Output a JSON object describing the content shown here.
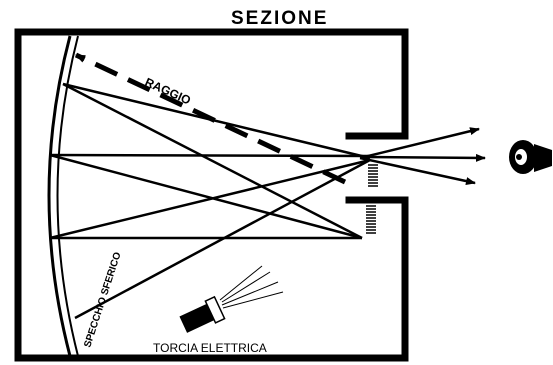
{
  "labels": {
    "title": "SEZIONE",
    "ray": "RAGGIO",
    "mirror": "SPECCHIO SFERICO",
    "torch": "TORCIA ELETTRICA"
  },
  "colors": {
    "ink": "#000000",
    "paper": "#ffffff"
  }
}
